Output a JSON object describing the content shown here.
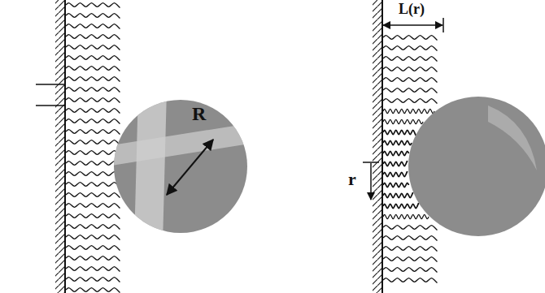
{
  "diagram": {
    "labels": [
      "R",
      "L(r)",
      "r"
    ]
  }
}
